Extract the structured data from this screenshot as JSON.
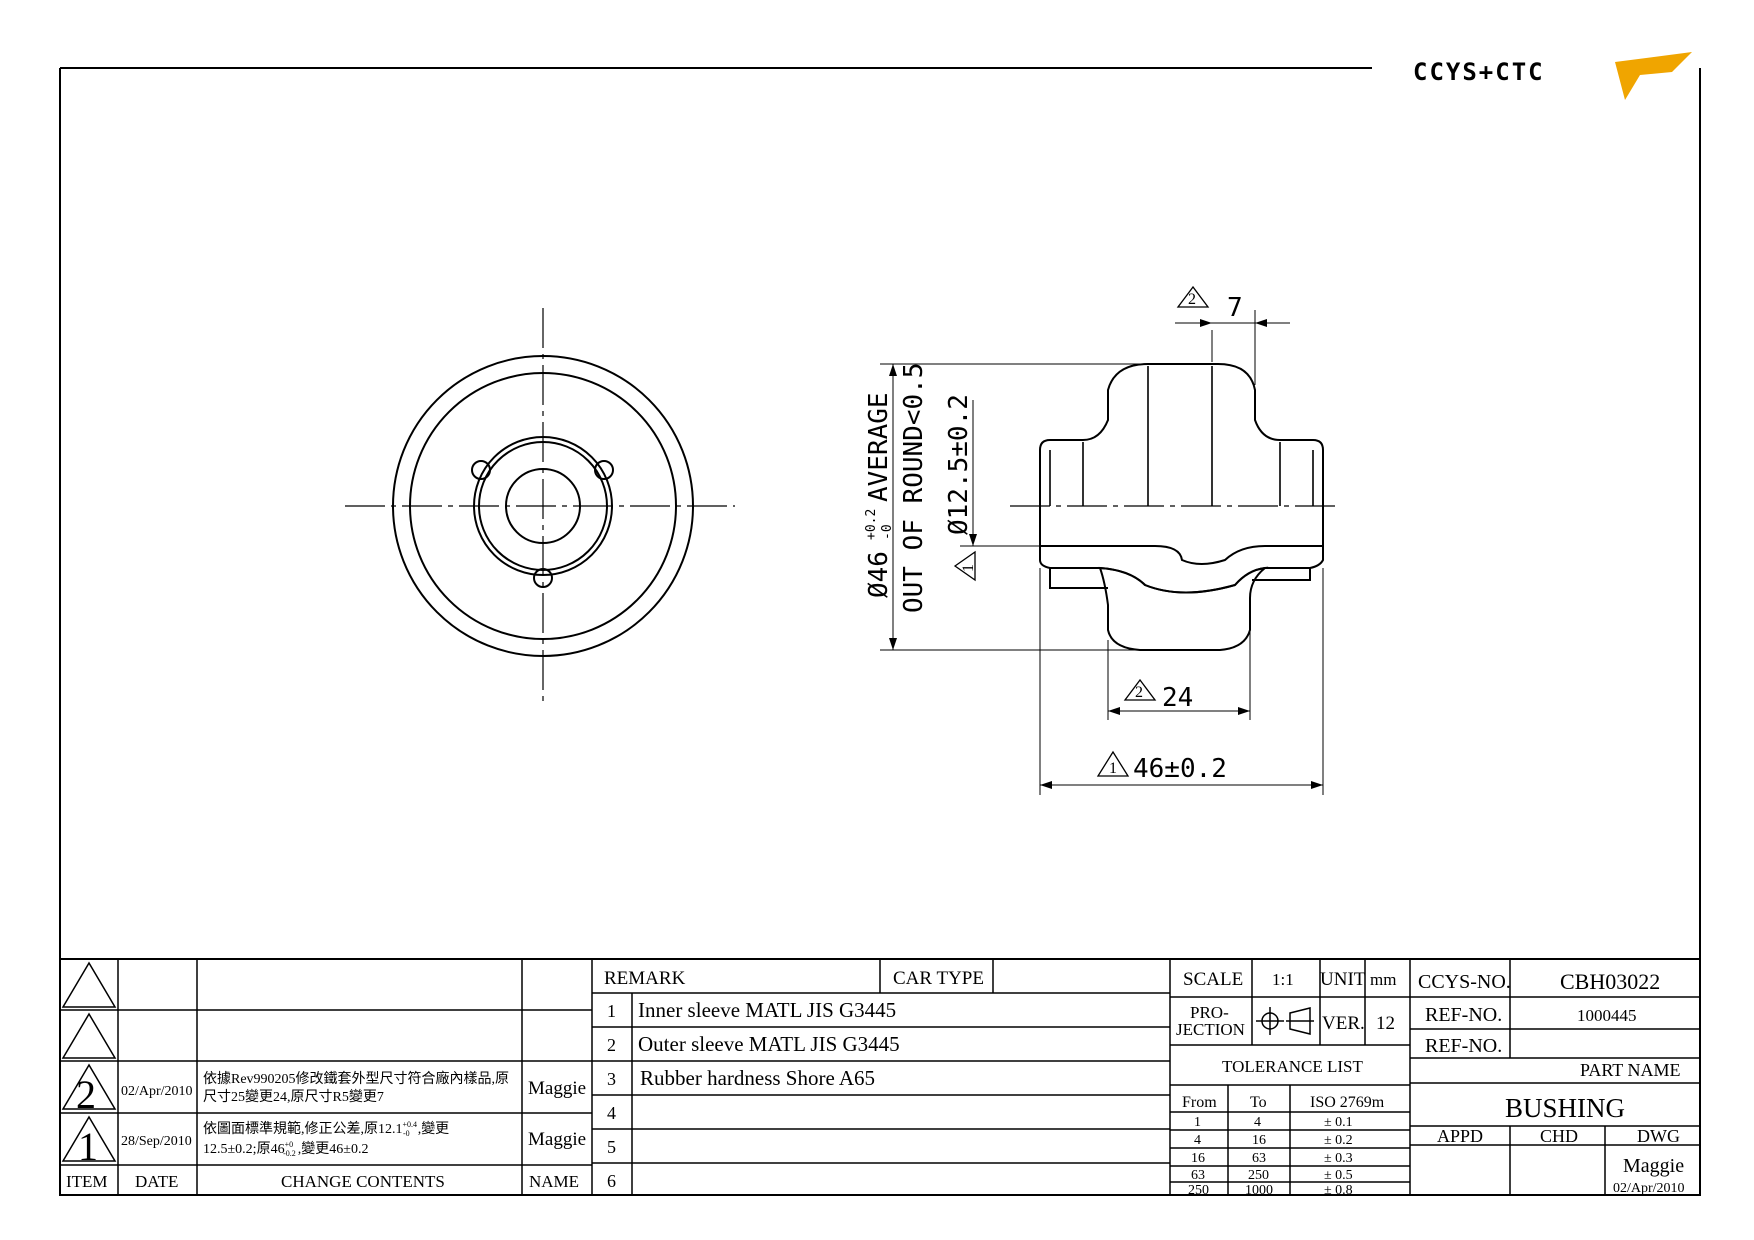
{
  "logo": {
    "text": "CCYS+CTC",
    "color": "#f0a500"
  },
  "front_view": {
    "dim_diameter": "Ø46",
    "dim_tol_plus": "+0.2",
    "dim_tol_minus": "-0",
    "dim_average": "AVERAGE",
    "out_of_round": "OUT OF ROUND<0.5",
    "dim_bore": "Ø12.5±0.2",
    "dim_flange": "7",
    "dim_body": "24",
    "dim_length": "46±0.2",
    "rev_mark_1": "1",
    "rev_mark_2": "2"
  },
  "revisions": {
    "rows": [
      {
        "item": "",
        "date": "",
        "contents": "",
        "name": ""
      },
      {
        "item": "",
        "date": "",
        "contents": "",
        "name": ""
      },
      {
        "item": "2",
        "date": "02/Apr/2010",
        "contents_line1": "依據Rev990205修改鐵套外型尺寸符合廠內樣品,原",
        "contents_line2": "尺寸25變更24,原尺寸R5變更7",
        "name": "Maggie"
      },
      {
        "item": "1",
        "date": "28/Sep/2010",
        "contents_line1": "依圖面標準規範,修正公差,原12.1",
        "contents_sup1": "+0.4",
        "contents_sub1": "-0",
        "contents_line1b": ",變更",
        "contents_line2": "12.5±0.2;原46",
        "contents_sup2": "+0",
        "contents_sub2": "-0.2",
        "contents_line2b": ",變更46±0.2",
        "name": "Maggie"
      }
    ],
    "headers": {
      "item": "ITEM",
      "date": "DATE",
      "contents": "CHANGE CONTENTS",
      "name": "NAME"
    }
  },
  "remarks": {
    "header": "REMARK",
    "car_type_label": "CAR TYPE",
    "car_type_value": "",
    "items": [
      {
        "no": "1",
        "text": "Inner sleeve MATL JIS G3445"
      },
      {
        "no": "2",
        "text": "Outer sleeve MATL JIS G3445"
      },
      {
        "no": "3",
        "text": "Rubber hardness Shore A65"
      },
      {
        "no": "4",
        "text": ""
      },
      {
        "no": "5",
        "text": ""
      },
      {
        "no": "6",
        "text": ""
      }
    ]
  },
  "specs": {
    "scale_label": "SCALE",
    "scale_value": "1:1",
    "unit_label": "UNIT",
    "unit_value": "mm",
    "projection_label_1": "PRO-",
    "projection_label_2": "JECTION",
    "ver_label": "VER.",
    "ver_value": "12"
  },
  "tolerance": {
    "title": "TOLERANCE LIST",
    "headers": {
      "from": "From",
      "to": "To",
      "std": "ISO 2769m"
    },
    "rows": [
      {
        "from": "1",
        "to": "4",
        "tol": "± 0.1"
      },
      {
        "from": "4",
        "to": "16",
        "tol": "± 0.2"
      },
      {
        "from": "16",
        "to": "63",
        "tol": "± 0.3"
      },
      {
        "from": "63",
        "to": "250",
        "tol": "± 0.5"
      },
      {
        "from": "250",
        "to": "1000",
        "tol": "± 0.8"
      }
    ]
  },
  "title_block": {
    "ccys_no_label": "CCYS-NO.",
    "ccys_no_value": "CBH03022",
    "ref_no_label_1": "REF-NO.",
    "ref_no_value_1": "1000445",
    "ref_no_label_2": "REF-NO.",
    "ref_no_value_2": "",
    "part_name_label": "PART NAME",
    "part_name_value": "BUSHING",
    "appd_label": "APPD",
    "chd_label": "CHD",
    "dwg_label": "DWG",
    "dwg_name": "Maggie",
    "dwg_date": "02/Apr/2010"
  }
}
